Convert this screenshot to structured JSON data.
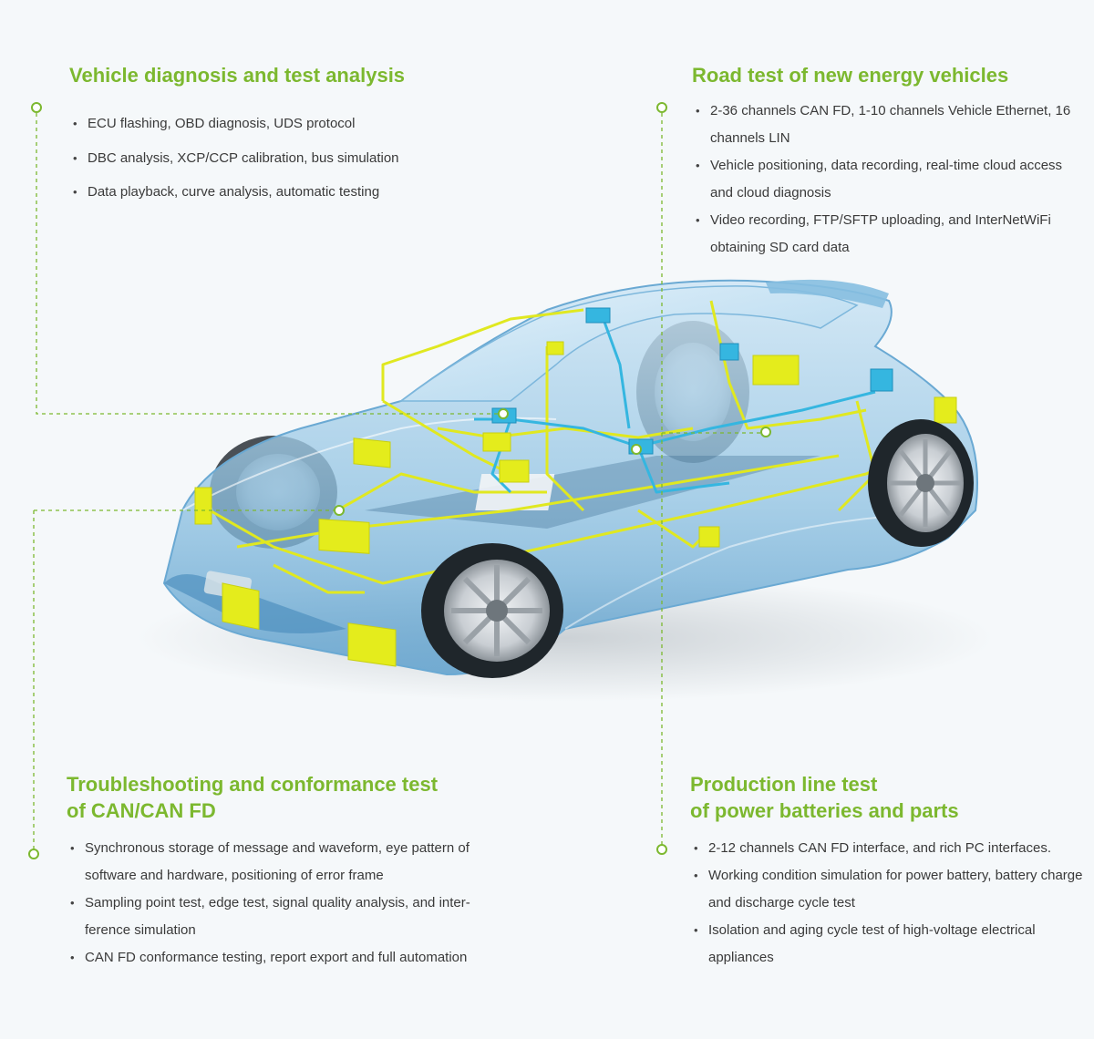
{
  "colors": {
    "accent": "#7cb82f",
    "ecu": "#e4ec1c",
    "wire_yellow": "#e0e820",
    "wire_blue": "#35b6e0",
    "body_glass": "#9cc9e6",
    "background": "#f5f8fa"
  },
  "sections": {
    "vehicle_diagnosis": {
      "title": "Vehicle diagnosis and test analysis",
      "items": [
        "ECU flashing, OBD diagnosis, UDS protocol",
        "DBC analysis, XCP/CCP calibration, bus simulation",
        "Data playback, curve analysis, automatic testing"
      ]
    },
    "road_test": {
      "title": "Road test of new energy vehicles",
      "items": [
        "2-36 channels CAN FD, 1-10 channels Vehicle Ethernet, 16 channels LIN",
        "Vehicle positioning, data recording, real-time cloud access and cloud diagnosis",
        "Video recording, FTP/SFTP uploading, and InterNetWiFi obtaining SD card data"
      ]
    },
    "troubleshooting": {
      "title_line1": "Troubleshooting and conformance test",
      "title_line2": "of CAN/CAN FD",
      "items": [
        "Synchronous storage of message and waveform, eye pattern of software and hardware, positioning of error frame",
        "Sampling point test, edge test, signal quality analysis, and inter-ference simulation",
        "CAN FD conformance testing, report export and full automation"
      ]
    },
    "production_line": {
      "title_line1": "Production line test",
      "title_line2": "of power batteries and parts",
      "items": [
        "2-12 channels CAN FD interface, and rich PC interfaces.",
        "Working condition simulation for power battery, battery charge and discharge cycle test",
        "Isolation and aging cycle test of high-voltage electrical appliances"
      ]
    }
  },
  "illustration": {
    "subject": "transparent-car-with-ecu-network"
  }
}
